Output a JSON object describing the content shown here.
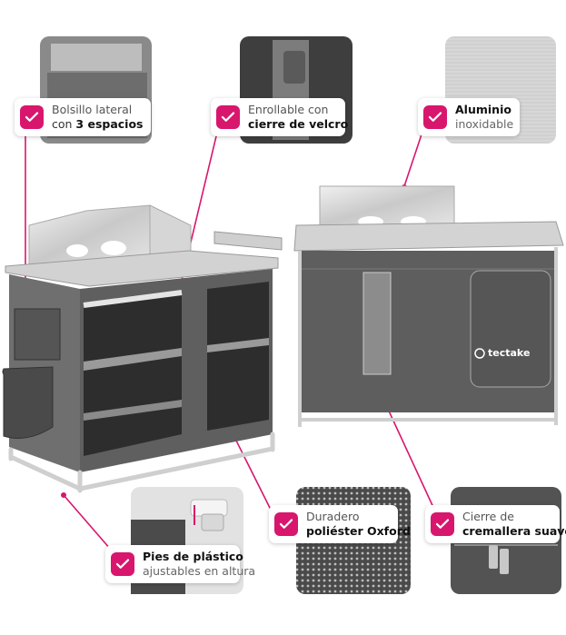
{
  "accent_color": "#d8166d",
  "brand": "tectake",
  "features": [
    {
      "id": "bolsillo",
      "line1_pre": "Bolsillo lateral",
      "line2_pre": "con ",
      "line2_bold": "3 espacios"
    },
    {
      "id": "velcro",
      "line1_pre": "Enrollable con",
      "line2_bold": "cierre de velcro"
    },
    {
      "id": "aluminio",
      "line1_bold": "Aluminio",
      "line2_muted": "inoxidable"
    },
    {
      "id": "oxford",
      "line1_pre": "Duradero",
      "line2_bold": "poliéster Oxford"
    },
    {
      "id": "cremallera",
      "line1_pre": "Cierre de",
      "line2_bold": "cremallera suave"
    },
    {
      "id": "pies",
      "line1_bold": "Pies de plástico",
      "line2_muted": "ajustables en altura"
    }
  ],
  "icons": [
    "checkmark-icon",
    "tectake-logo-icon"
  ]
}
